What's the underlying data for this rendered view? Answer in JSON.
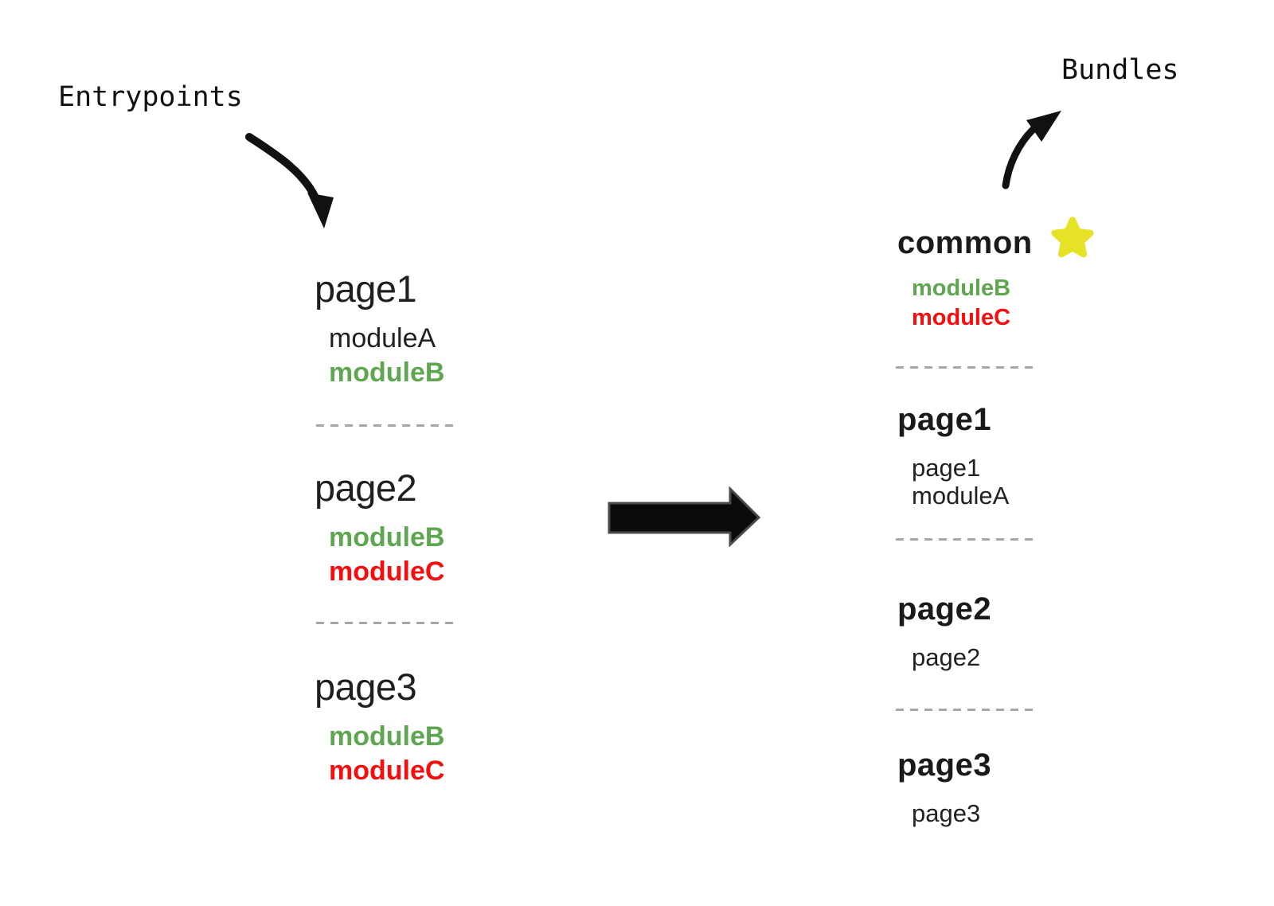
{
  "colors": {
    "black": "#212121",
    "green": "#5ea64f",
    "red": "#f70d0d",
    "dash": "#a6a6a6",
    "star": "#e6e226",
    "arrow": "#111111"
  },
  "entrypoints": {
    "label": "Entrypoints",
    "groups": [
      {
        "title": "page1",
        "modules": [
          {
            "name": "moduleA",
            "color": "black"
          },
          {
            "name": "moduleB",
            "color": "green"
          }
        ]
      },
      {
        "title": "page2",
        "modules": [
          {
            "name": "moduleB",
            "color": "green"
          },
          {
            "name": "moduleC",
            "color": "red"
          }
        ]
      },
      {
        "title": "page3",
        "modules": [
          {
            "name": "moduleB",
            "color": "green"
          },
          {
            "name": "moduleC",
            "color": "red"
          }
        ]
      }
    ]
  },
  "bundles": {
    "label": "Bundles",
    "groups": [
      {
        "title": "common",
        "starred": true,
        "modules": [
          {
            "name": "moduleB",
            "color": "green"
          },
          {
            "name": "moduleC",
            "color": "red"
          }
        ]
      },
      {
        "title": "page1",
        "modules": [
          {
            "name": "page1",
            "color": "black"
          },
          {
            "name": "moduleA",
            "color": "black"
          }
        ]
      },
      {
        "title": "page2",
        "modules": [
          {
            "name": "page2",
            "color": "black"
          }
        ]
      },
      {
        "title": "page3",
        "modules": [
          {
            "name": "page3",
            "color": "black"
          }
        ]
      }
    ]
  }
}
